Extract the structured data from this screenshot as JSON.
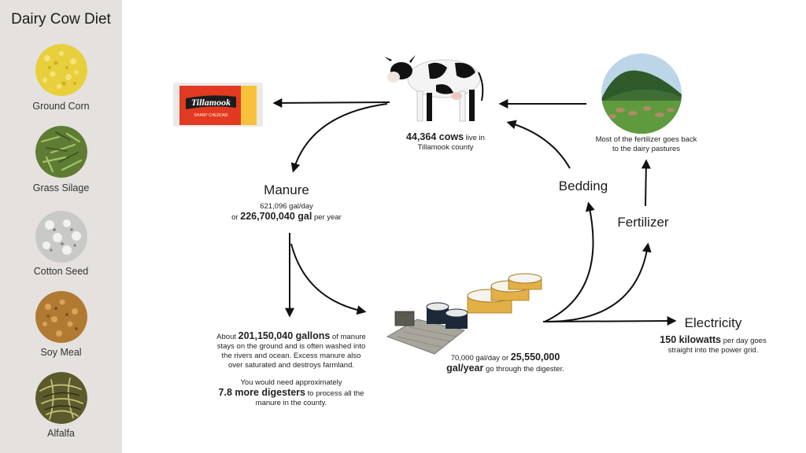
{
  "sidebar": {
    "title": "Dairy Cow Diet",
    "items": [
      {
        "label": "Ground Corn",
        "icon": "ground-corn-image"
      },
      {
        "label": "Grass Silage",
        "icon": "grass-silage-image"
      },
      {
        "label": "Cotton Seed",
        "icon": "cotton-seed-image"
      },
      {
        "label": "Soy Meal",
        "icon": "soy-meal-image"
      },
      {
        "label": "Alfalfa",
        "icon": "alfalfa-image"
      }
    ]
  },
  "cheese": {
    "brand": "Tillamook",
    "variety": "SHARP CHEDDAR"
  },
  "cows": {
    "count": "44,364 cows",
    "suffix": " live in",
    "line2": "Tillamook county"
  },
  "pasture": {
    "text1": "Most of the fertilizer goes back",
    "text2": "to the dairy pastures"
  },
  "manure": {
    "title": "Manure",
    "per_day": "621,096 gal/day",
    "prefix": "or ",
    "per_year": "226,700,040 gal",
    "suffix": " per year"
  },
  "runoff": {
    "p1_prefix": "About ",
    "p1_bold": "201,150,040 gallons",
    "p1_rest1": " of manure",
    "p1_line2": "stays on the ground and is often washed into",
    "p1_line3": "the rivers and ocean. Excess manure also",
    "p1_line4": "over saturated and destroys farmland.",
    "p2_line1": "You would need approximately",
    "p2_bold": "7.8 more digesters",
    "p2_rest": " to process all the",
    "p2_line3": "manure in the county."
  },
  "digester": {
    "prefix": "70,000 gal/day or ",
    "bold1": "25,550,000",
    "bold2": "gal/year",
    "suffix": " go through the digester."
  },
  "outputs": {
    "bedding": "Bedding",
    "fertilizer": "Fertilizer",
    "electricity": "Electricity",
    "elec_bold": "150 kilowatts",
    "elec_rest": " per day goes",
    "elec_line2": "straight into the power grid."
  }
}
